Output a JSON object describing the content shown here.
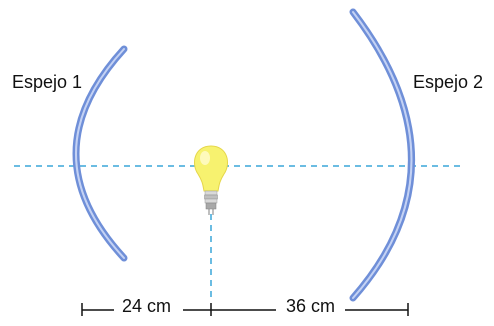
{
  "mirrors": {
    "left_label": "Espejo 1",
    "right_label": "Espejo 2"
  },
  "distances": {
    "left": "24 cm",
    "right": "36 cm"
  },
  "colors": {
    "mirror_stroke": "#6f8fd8",
    "mirror_fill": "#c4d2f4",
    "axis": "#3aa6d8",
    "bulb_glow": "#f7f26f",
    "bulb_base": "#c8c8c8",
    "text": "#111111"
  },
  "icons": {
    "light_source": "light-bulb-icon"
  }
}
